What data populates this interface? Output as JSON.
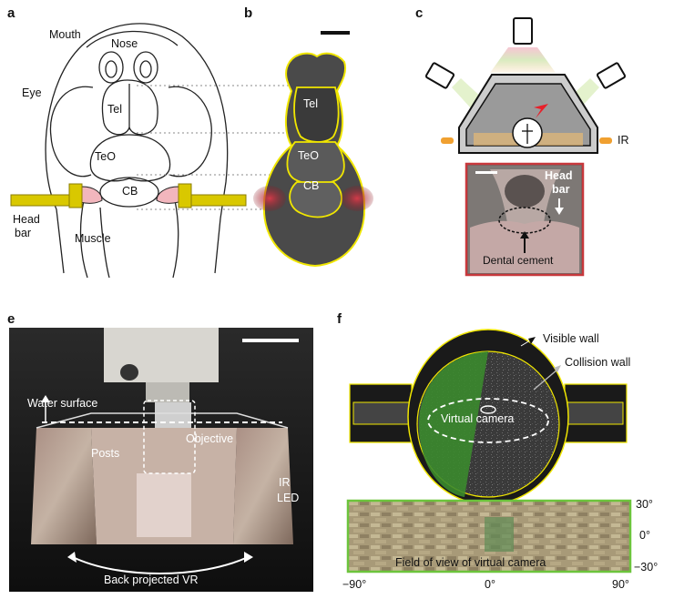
{
  "panels": {
    "a": {
      "letter": "a",
      "labels": {
        "mouth": "Mouth",
        "nose": "Nose",
        "eye": "Eye",
        "tel": "Tel",
        "teo": "TeO",
        "cb": "CB",
        "head_bar_1": "Head",
        "head_bar_2": "bar",
        "muscle": "Muscle"
      }
    },
    "b": {
      "letter": "b",
      "labels": {
        "tel": "Tel",
        "teo": "TeO",
        "cb": "CB"
      }
    },
    "c": {
      "letter": "c",
      "labels": {
        "ir": "IR",
        "head_bar_1": "Head",
        "head_bar_2": "bar",
        "dental_cement": "Dental cement"
      }
    },
    "e": {
      "letter": "e",
      "labels": {
        "water_surface": "Water surface",
        "objective": "Objective",
        "posts": "Posts",
        "ir_led_1": "IR",
        "ir_led_2": "LED",
        "back_projected_vr": "Back projected VR"
      }
    },
    "f": {
      "letter": "f",
      "labels": {
        "visible_wall": "Visible wall",
        "collision_wall": "Collision wall",
        "virtual_camera": "Virtual camera",
        "field_of_view": "Field of view of virtual camera"
      },
      "y_ticks": [
        "30°",
        "0°",
        "−30°"
      ],
      "x_ticks": [
        "−90°",
        "0°",
        "90°"
      ]
    }
  },
  "colors": {
    "head_bar": "#d9c800",
    "muscle_pink": "#f2b6bd",
    "highlight_yellow": "#f0e600",
    "arrow_red": "#e8202a",
    "ir_orange": "#f0a030",
    "fov_green": "#6cc43c",
    "inset_border_red": "#c8383c"
  }
}
